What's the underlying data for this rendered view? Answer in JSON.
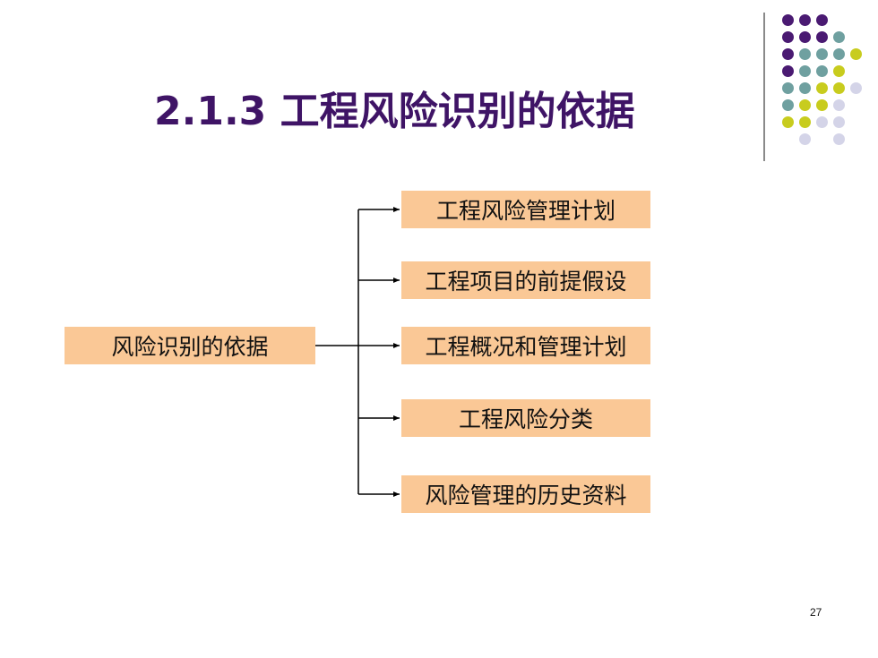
{
  "title": "2.1.3 工程风险识别的依据",
  "diagram": {
    "root": "风险识别的依据",
    "children": [
      "工程风险管理计划",
      "工程项目的前提假设",
      "工程概况和管理计划",
      "工程风险分类",
      "风险管理的历史资料"
    ]
  },
  "page_number": "27",
  "colors": {
    "title": "#3f1466",
    "box_fill": "#fac896",
    "dot_purple": "#4a1a72",
    "dot_teal": "#6fa0a0",
    "dot_yellow": "#c8cc1e",
    "dot_lavender": "#d4d4e8"
  }
}
